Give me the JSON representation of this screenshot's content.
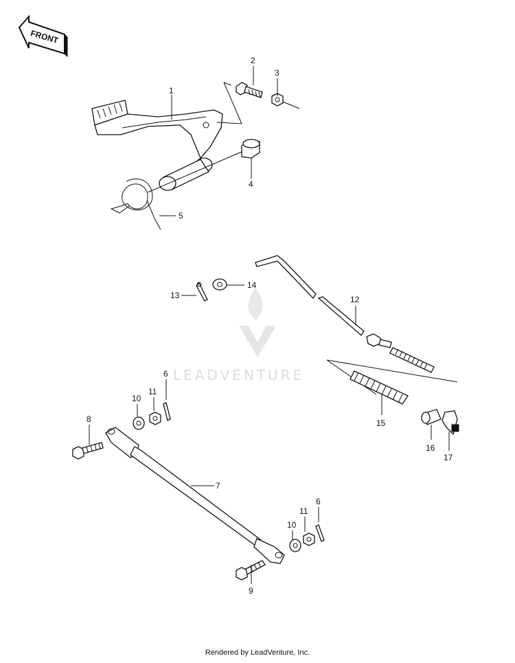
{
  "front_arrow": {
    "label": "FRONT"
  },
  "watermark": {
    "text": "LEADVENTURE"
  },
  "footer": {
    "text": "Rendered by LeadVenture, Inc."
  },
  "callouts": {
    "c1": "1",
    "c2": "2",
    "c3": "3",
    "c4": "4",
    "c5": "5",
    "c6a": "6",
    "c6b": "6",
    "c7": "7",
    "c8": "8",
    "c9": "9",
    "c10a": "10",
    "c10b": "10",
    "c11a": "11",
    "c11b": "11",
    "c12": "12",
    "c13": "13",
    "c14": "14",
    "c15": "15",
    "c16": "16",
    "c17": "17"
  }
}
